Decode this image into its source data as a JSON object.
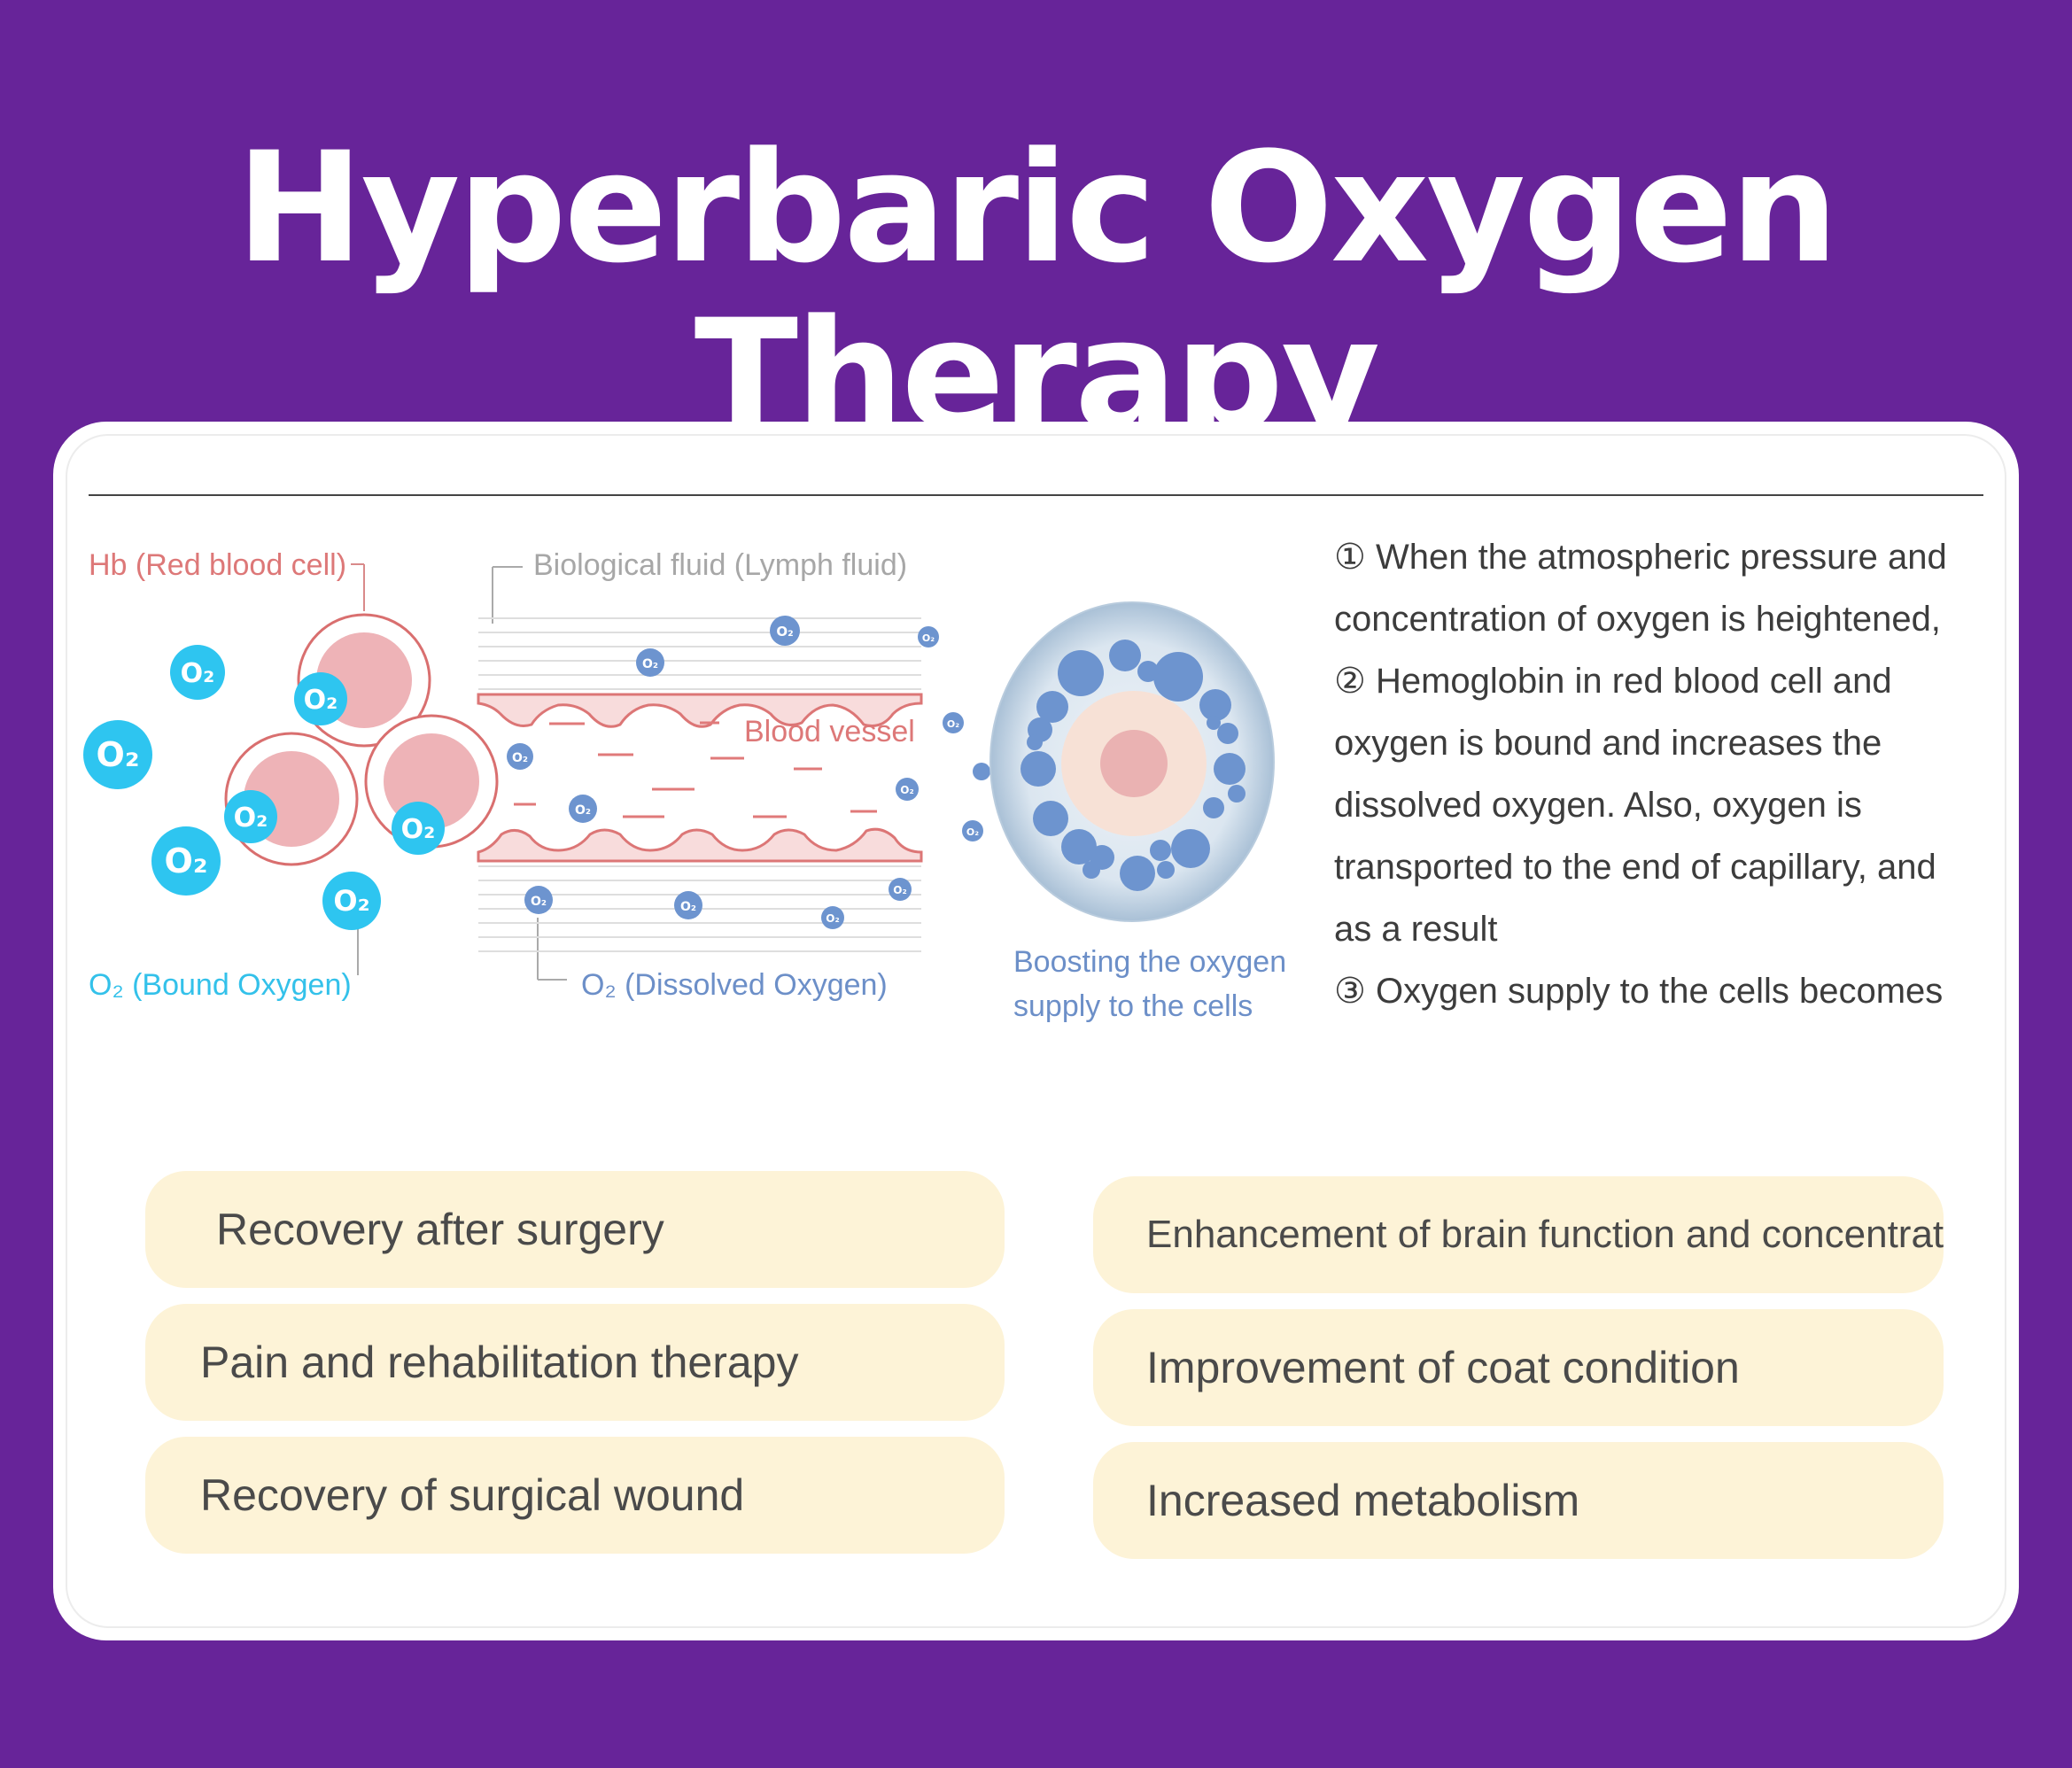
{
  "title": "Hyperbaric Oxygen Therapy",
  "diagram": {
    "hb_label": "Hb (Red blood cell)",
    "fluid_label": "Biological fluid (Lymph fluid)",
    "vessel_label": "Blood vessel",
    "bound_label": "O₂   (Bound Oxygen)",
    "dissolved_label": "O₂   (Dissolved  Oxygen)",
    "boost_label_1": "Boosting the oxygen",
    "boost_label_2": "supply to the cells",
    "o2_text": "O₂",
    "colors": {
      "cyan": "#2ec5f0",
      "blue": "#6d94cf",
      "rbc_outline": "#d96f6f",
      "rbc_fill": "#eeb3b7",
      "vessel": "#dc7676"
    }
  },
  "explanation": [
    "① When the atmospheric pressure and concentration of oxygen is heightened,",
    "② Hemoglobin in red blood cell and oxygen is bound and increases the dissolved oxygen. Also, oxygen is transported to the end of capillary, and as a result",
    "③ Oxygen supply to the cells becomes"
  ],
  "benefits": {
    "left": [
      "Recovery after surgery",
      "Pain and rehabilitation therapy",
      "Recovery of surgical wound"
    ],
    "right": [
      "Enhancement of brain function and concentration",
      "Improvement of coat condition",
      "Increased metabolism"
    ]
  },
  "style": {
    "background": "#672499",
    "benefit_bg": "#fdf3d7"
  }
}
